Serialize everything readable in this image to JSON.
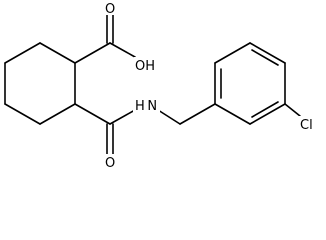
{
  "molecule": {
    "atom_labels": {
      "hydroxyl": "OH",
      "carboxyl_oxygen": "O",
      "amide_nitrogen": "H N",
      "amide_oxygen": "O",
      "chlorine": "Cl"
    },
    "colors": {
      "bond": "#000000",
      "label": "#000000",
      "background": "#ffffff"
    }
  }
}
